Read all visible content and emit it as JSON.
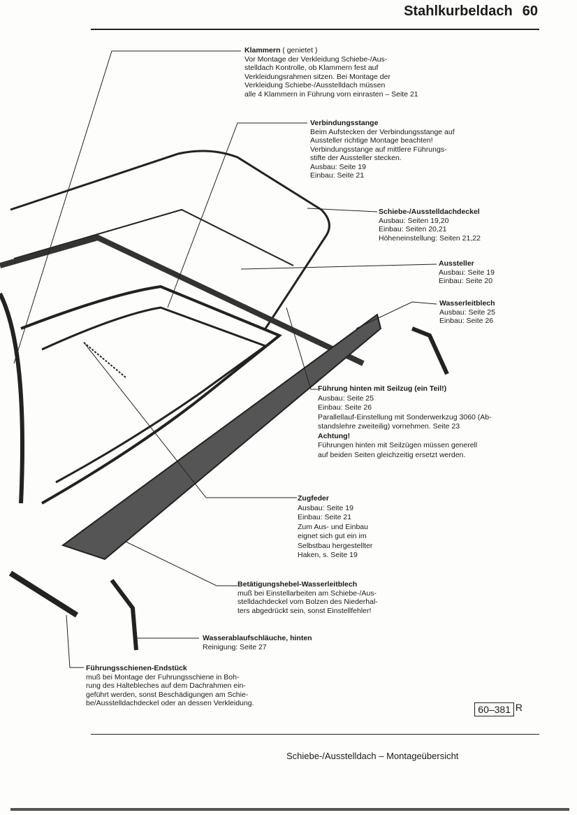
{
  "header": {
    "title": "Stahlkurbeldach",
    "page": "60"
  },
  "callouts": {
    "klammern": {
      "title": "Klammern",
      "note": "( genietet )",
      "lines": [
        "Vor Montage der Verkleidung Schiebe-/Aus-",
        "stelldach Kontrolle, ob Klammern fest auf",
        "Verkleidungsrahmen sitzen. Bei Montage der",
        "Verkleidung Schiebe-/Ausstelldach müssen",
        "alle 4 Klammern in Führung vorn einrasten – Seite 21"
      ]
    },
    "verbindungsstange": {
      "title": "Verbindungsstange",
      "lines": [
        "Beim Aufstecken der Verbindungsstange auf",
        "Aussteller richtige Montage beachten!",
        "Verbindungsstange auf mittlere Führungs-",
        "stifte der Aussteller stecken.",
        "Ausbau: Seite 19",
        "Einbau: Seite 21"
      ]
    },
    "deckel": {
      "title": "Schiebe-/Ausstelldachdeckel",
      "lines": [
        "Ausbau: Seiten 19,20",
        "Einbau: Seiten 20,21",
        "Höheneinstellung: Seiten 21,22"
      ]
    },
    "aussteller": {
      "title": "Aussteller",
      "lines": [
        "Ausbau: Seite 19",
        "Einbau: Seite 20"
      ]
    },
    "wasserleitblech": {
      "title": "Wasserleitblech",
      "lines": [
        "Ausbau: Seite 25",
        "Einbau: Seite 26"
      ]
    },
    "fuehrung": {
      "title": "Führung hinten mit Seilzug (ein Teil!)",
      "lines": [
        "Ausbau: Seite 25",
        "Einbau: Seite 26",
        "Parallellauf-Einstellung mit Sonderwerkzug 3060 (Ab-",
        "standslehre zweiteilig) vornehmen. Seite 23"
      ],
      "warn_title": "Achtung!",
      "warn_lines": [
        "Führungen hinten mit Seilzügen müssen generell",
        "auf beiden Seiten gleichzeitig ersetzt werden."
      ]
    },
    "zugfeder": {
      "title": "Zugfeder",
      "lines": [
        "Ausbau: Seite 19",
        "Einbau: Seite 21",
        "Zum Aus- und Einbau",
        "eignet sich gut ein im",
        "Selbstbau hergestellter",
        "Haken, s. Seite 19"
      ]
    },
    "hebel": {
      "title": "Betätigungshebel-Wasserleitblech",
      "lines": [
        "muß bei Einstellarbeiten am Schiebe-/Aus-",
        "stelldachdeckel vom Bolzen des Niederhal-",
        "ters abgedrückt sein, sonst Einstellfehler!"
      ]
    },
    "schlaeuche": {
      "title": "Wasserablaufschläuche, hinten",
      "lines": [
        "Reinigung: Seite 27"
      ]
    },
    "endstueck": {
      "title": "Führungsschienen-Endstück",
      "lines": [
        "muß bei Montage der Fuhrungsschiene in Boh-",
        "rung des Haltebleches auf dem Dachrahmen ein-",
        "geführt werden, sonst Beschädigungen am Schie-",
        "be/Ausstelldachdeckel oder an dessen Verkleidung."
      ]
    }
  },
  "figure": {
    "number": "60–381",
    "suffix": "R"
  },
  "footer": {
    "title": "Schiebe-/Ausstelldach – Montageübersicht"
  }
}
